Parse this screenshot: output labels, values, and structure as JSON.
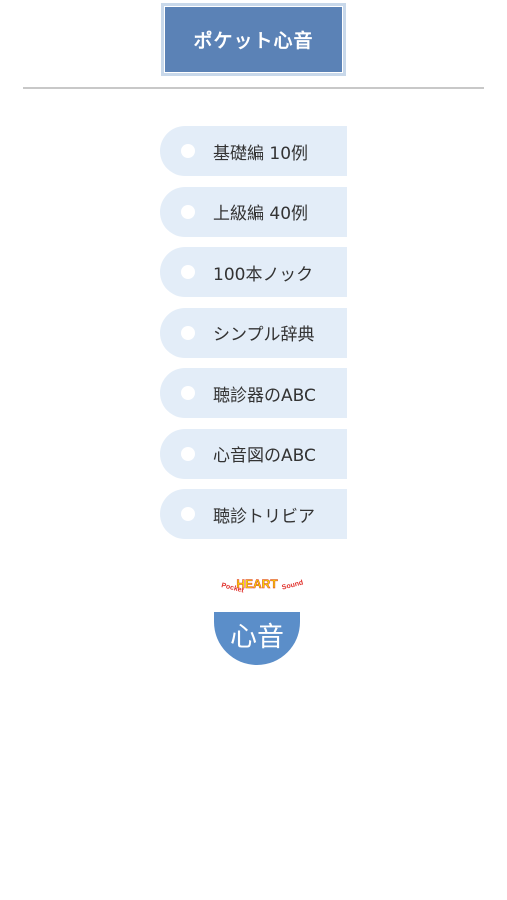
{
  "header": {
    "title": "ポケット心音"
  },
  "menu": {
    "items": [
      {
        "label": "基礎編 10例"
      },
      {
        "label": "上級編 40例"
      },
      {
        "label": "100本ノック"
      },
      {
        "label": "シンプル辞典"
      },
      {
        "label": "聴診器のABC"
      },
      {
        "label": "心音図のABC"
      },
      {
        "label": "聴診トリビア"
      }
    ]
  },
  "logo": {
    "top_left": "Pocket",
    "top_center": "HEART",
    "top_right": "Sound",
    "main": "心音"
  },
  "colors": {
    "title_bg": "#5b82b6",
    "menu_bg": "#e3edf8",
    "logo_blue": "#5b8ec9",
    "logo_yellow": "#f5e400",
    "logo_red": "#e0302b"
  }
}
